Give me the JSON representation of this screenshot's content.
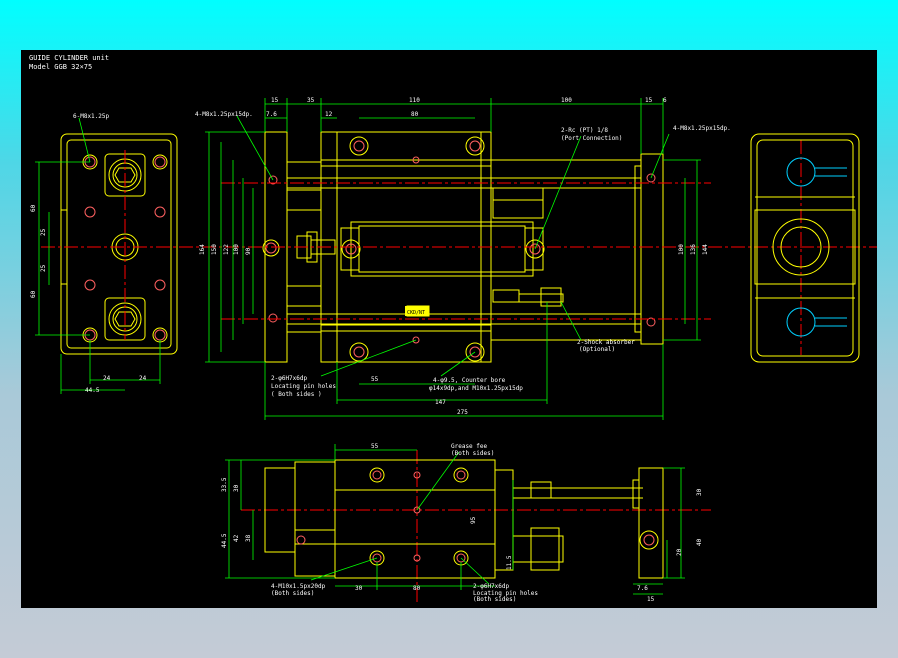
{
  "title": {
    "line1": "GUIDE CYLINDER unit",
    "line2": "Model GGB 32×75"
  },
  "colors": {
    "bg": "#000000",
    "outline": "#ffff00",
    "dim": "#00ff00",
    "center": "#ff0000",
    "text": "#ffffff",
    "label": "#ffff00"
  },
  "dims": {
    "top_15": "15",
    "top_35": "35",
    "top_110": "110",
    "top_100": "100",
    "top_15r": "15",
    "top_6": "6",
    "d_7_6": "7.6",
    "d_12": "12",
    "d_80": "80",
    "v_164": "164",
    "v_150": "150",
    "v_122": "122",
    "v_100": "100",
    "v_90": "90",
    "v_100r": "100",
    "v_136": "136",
    "v_144": "144",
    "b_55": "55",
    "b_147": "147",
    "b_275": "275",
    "l_60a": "60",
    "l_25a": "25",
    "l_25b": "25",
    "l_60b": "60",
    "l_24a": "24",
    "l_24b": "24",
    "l_44_5": "44.5",
    "lb_33_5": "33.5",
    "lb_30": "30",
    "lb_38": "38",
    "lb_42": "42",
    "lb_44_5": "44.5",
    "lb_55": "55",
    "lb_30b": "30",
    "lb_80": "80",
    "lb_95": "95",
    "lb_11_5": "11.5",
    "rb_30": "30",
    "rb_20": "20",
    "rb_40": "40",
    "rb_7_6": "7.6",
    "rb_15": "15"
  },
  "notes": {
    "n1": "6-M8x1.25p",
    "n2": "4-M8x1.25px15dp.",
    "n3": "2-Rc (PT) 1/8",
    "n3b": "(Port Connection)",
    "n4": "4-M8x1.25px15dp.",
    "n5": "2-φ6H7x6dp",
    "n5b": "Locating pin holes",
    "n5c": "( Both sides )",
    "n6": "4-φ9.5, Counter bore",
    "n6b": "φ14x9dp,and M10x1.25px15dp",
    "n7": "2-Shock absorber",
    "n7b": "(Optional)",
    "n8": "Grease fee",
    "n8b": "(Both sides)",
    "n9": "4-M10x1.5px20dp",
    "n9b": "(Both sides)",
    "n10": "2-φ6H7x6dp",
    "n10b": "Locating pin holes",
    "n10c": "(Both sides)",
    "plate": "CKD/NT"
  }
}
